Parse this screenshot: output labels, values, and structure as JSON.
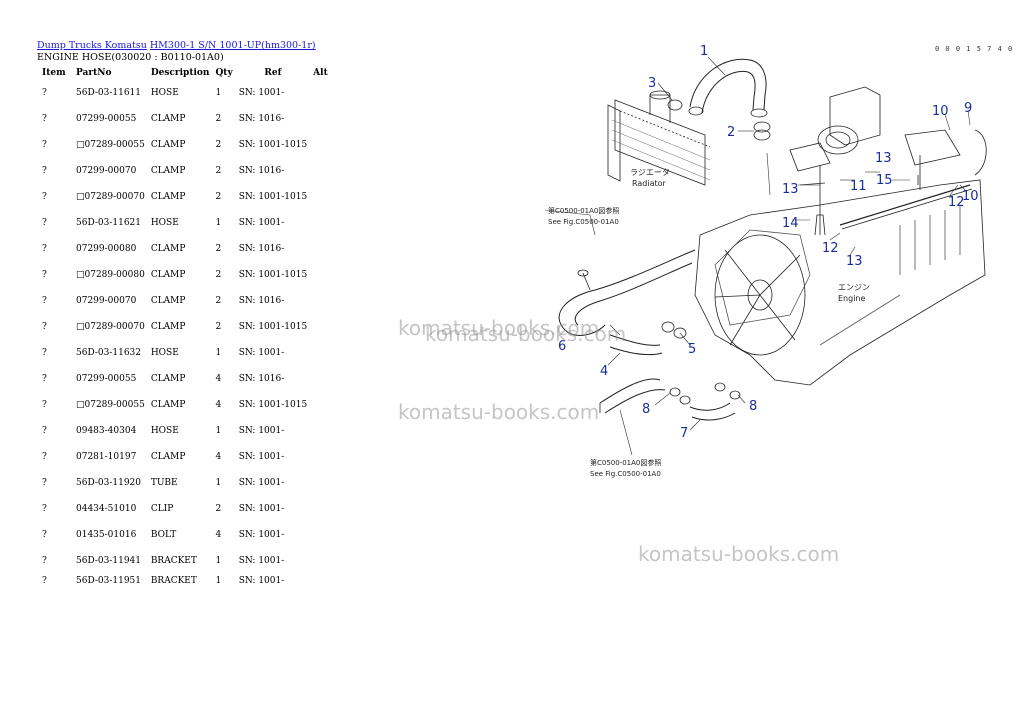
{
  "breadcrumb": {
    "link1": "Dump Trucks Komatsu",
    "link2": "HM300-1 S/N 1001-UP(hm300-1r)"
  },
  "subtitle": "ENGINE HOSE(030020 : B0110-01A0)",
  "table": {
    "headers": {
      "item": "Item",
      "partno": "PartNo",
      "description": "Description",
      "qty": "Qty",
      "ref": "Ref",
      "alt": "Alt"
    },
    "rows": [
      {
        "item": "?",
        "partno": "56D-03-11611",
        "description": "HOSE",
        "qty": "1",
        "ref": "SN: 1001-"
      },
      {
        "item": "?",
        "partno": "07299-00055",
        "description": "CLAMP",
        "qty": "2",
        "ref": "SN: 1016-"
      },
      {
        "item": "?",
        "partno": "□07289-00055",
        "description": "CLAMP",
        "qty": "2",
        "ref": "SN: 1001-1015"
      },
      {
        "item": "?",
        "partno": "07299-00070",
        "description": "CLAMP",
        "qty": "2",
        "ref": "SN: 1016-"
      },
      {
        "item": "?",
        "partno": "□07289-00070",
        "description": "CLAMP",
        "qty": "2",
        "ref": "SN: 1001-1015"
      },
      {
        "item": "?",
        "partno": "56D-03-11621",
        "description": "HOSE",
        "qty": "1",
        "ref": "SN: 1001-"
      },
      {
        "item": "?",
        "partno": "07299-00080",
        "description": "CLAMP",
        "qty": "2",
        "ref": "SN: 1016-"
      },
      {
        "item": "?",
        "partno": "□07289-00080",
        "description": "CLAMP",
        "qty": "2",
        "ref": "SN: 1001-1015"
      },
      {
        "item": "?",
        "partno": "07299-00070",
        "description": "CLAMP",
        "qty": "2",
        "ref": "SN: 1016-"
      },
      {
        "item": "?",
        "partno": "□07289-00070",
        "description": "CLAMP",
        "qty": "2",
        "ref": "SN: 1001-1015"
      },
      {
        "item": "?",
        "partno": "56D-03-11632",
        "description": "HOSE",
        "qty": "1",
        "ref": "SN: 1001-"
      },
      {
        "item": "?",
        "partno": "07299-00055",
        "description": "CLAMP",
        "qty": "4",
        "ref": "SN: 1016-"
      },
      {
        "item": "?",
        "partno": "□07289-00055",
        "description": "CLAMP",
        "qty": "4",
        "ref": "SN: 1001-1015"
      },
      {
        "item": "?",
        "partno": "09483-40304",
        "description": "HOSE",
        "qty": "1",
        "ref": "SN: 1001-"
      },
      {
        "item": "?",
        "partno": "07281-10197",
        "description": "CLAMP",
        "qty": "4",
        "ref": "SN: 1001-"
      },
      {
        "item": "?",
        "partno": "56D-03-11920",
        "description": "TUBE",
        "qty": "1",
        "ref": "SN: 1001-"
      },
      {
        "item": "?",
        "partno": "04434-51010",
        "description": "CLIP",
        "qty": "2",
        "ref": "SN: 1001-"
      },
      {
        "item": "?",
        "partno": "01435-01016",
        "description": "BOLT",
        "qty": "4",
        "ref": "SN: 1001-"
      },
      {
        "item": "?",
        "partno": "56D-03-11941",
        "description": "BRACKET",
        "qty": "1",
        "ref": "SN: 1001-"
      },
      {
        "item": "?",
        "partno": "56D-03-11951",
        "description": "BRACKET",
        "qty": "1",
        "ref": "SN: 1001-"
      }
    ]
  },
  "diagram": {
    "drawing_no": "0 0 0 1 5 7 4 0",
    "labels": {
      "radiator_jp": "ラジエータ",
      "radiator_en": "Radiator",
      "engine_jp": "エンジン",
      "engine_en": "Engine",
      "see_fig_top_jp": "第C0500-01A0図参照",
      "see_fig_top_en": "See Fig.C0500-01A0",
      "see_fig_bottom_jp": "第C0500-01A0図参照",
      "see_fig_bottom_en": "See Fig.C0500-01A0"
    },
    "callouts": [
      "1",
      "2",
      "3",
      "4",
      "5",
      "6",
      "7",
      "8",
      "8",
      "9",
      "10",
      "10",
      "11",
      "12",
      "12",
      "13",
      "13",
      "13",
      "14",
      "15"
    ]
  },
  "watermark": "komatsu-books.com",
  "colors": {
    "link": "#1a1ad6",
    "callout": "#1a2d9c",
    "watermark": "#969696"
  }
}
